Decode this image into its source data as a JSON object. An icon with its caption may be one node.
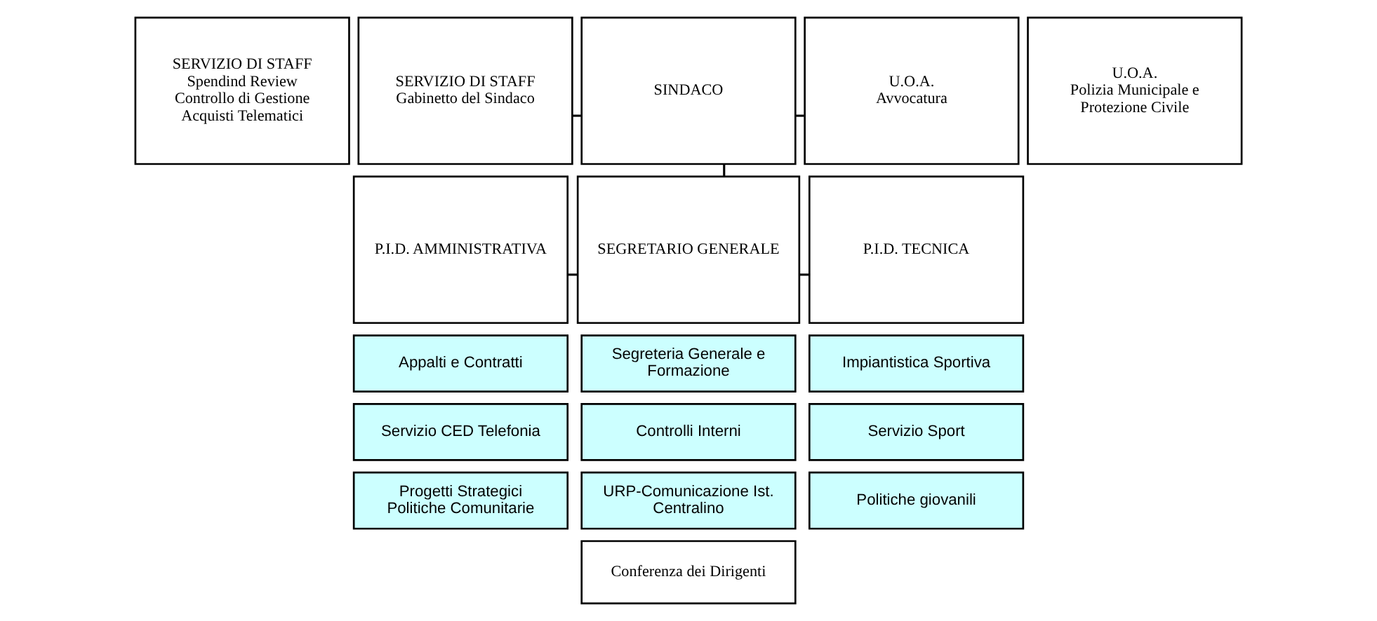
{
  "diagram": {
    "nodes": [
      {
        "text": [
          "SERVIZIO DI STAFF",
          "Spendind Review Controllo di Gestione Acquisti Telematici"
        ]
      },
      {
        "text": [
          "SERVIZIO DI STAFF",
          "Gabinetto del Sindaco"
        ]
      },
      {
        "text": [
          "SINDACO"
        ]
      },
      {
        "text": [
          "U.O.A.",
          "Avvocatura"
        ]
      },
      {
        "text": [
          "U.O.A.",
          "Polizia Municipale e Protezione Civile"
        ]
      },
      {
        "text": [
          "P.I.D. AMMINISTRATIVA"
        ]
      },
      {
        "text": [
          "SEGRETARIO GENERALE"
        ]
      },
      {
        "text": [
          "P.I.D. TECNICA"
        ]
      },
      {
        "text": [
          "Appalti e Contratti"
        ]
      },
      {
        "text": [
          "Servizio CED Telefonia"
        ]
      },
      {
        "text": [
          "Progetti Strategici Politiche Comunitarie"
        ]
      },
      {
        "text": [
          "Segreteria Generale e Formazione"
        ]
      },
      {
        "text": [
          "Controlli Interni"
        ]
      },
      {
        "text": [
          "URP-Comunicazione Ist. Centralino"
        ]
      },
      {
        "text": [
          "Impiantistica Sportiva"
        ]
      },
      {
        "text": [
          "Servizio Sport"
        ]
      },
      {
        "text": [
          "Politiche giovanili"
        ]
      },
      {
        "text": [
          "Conferenza dei Dirigenti"
        ]
      }
    ],
    "edges": [
      {
        "from": 1,
        "to": 2,
        "arrow": "none"
      },
      {
        "from": 2,
        "to": 3,
        "arrow": "none"
      },
      {
        "from": 2,
        "to": 6,
        "arrow": "none"
      },
      {
        "from": 5,
        "to": 6,
        "arrow": "none"
      },
      {
        "from": 6,
        "to": 7,
        "arrow": "none"
      }
    ]
  }
}
